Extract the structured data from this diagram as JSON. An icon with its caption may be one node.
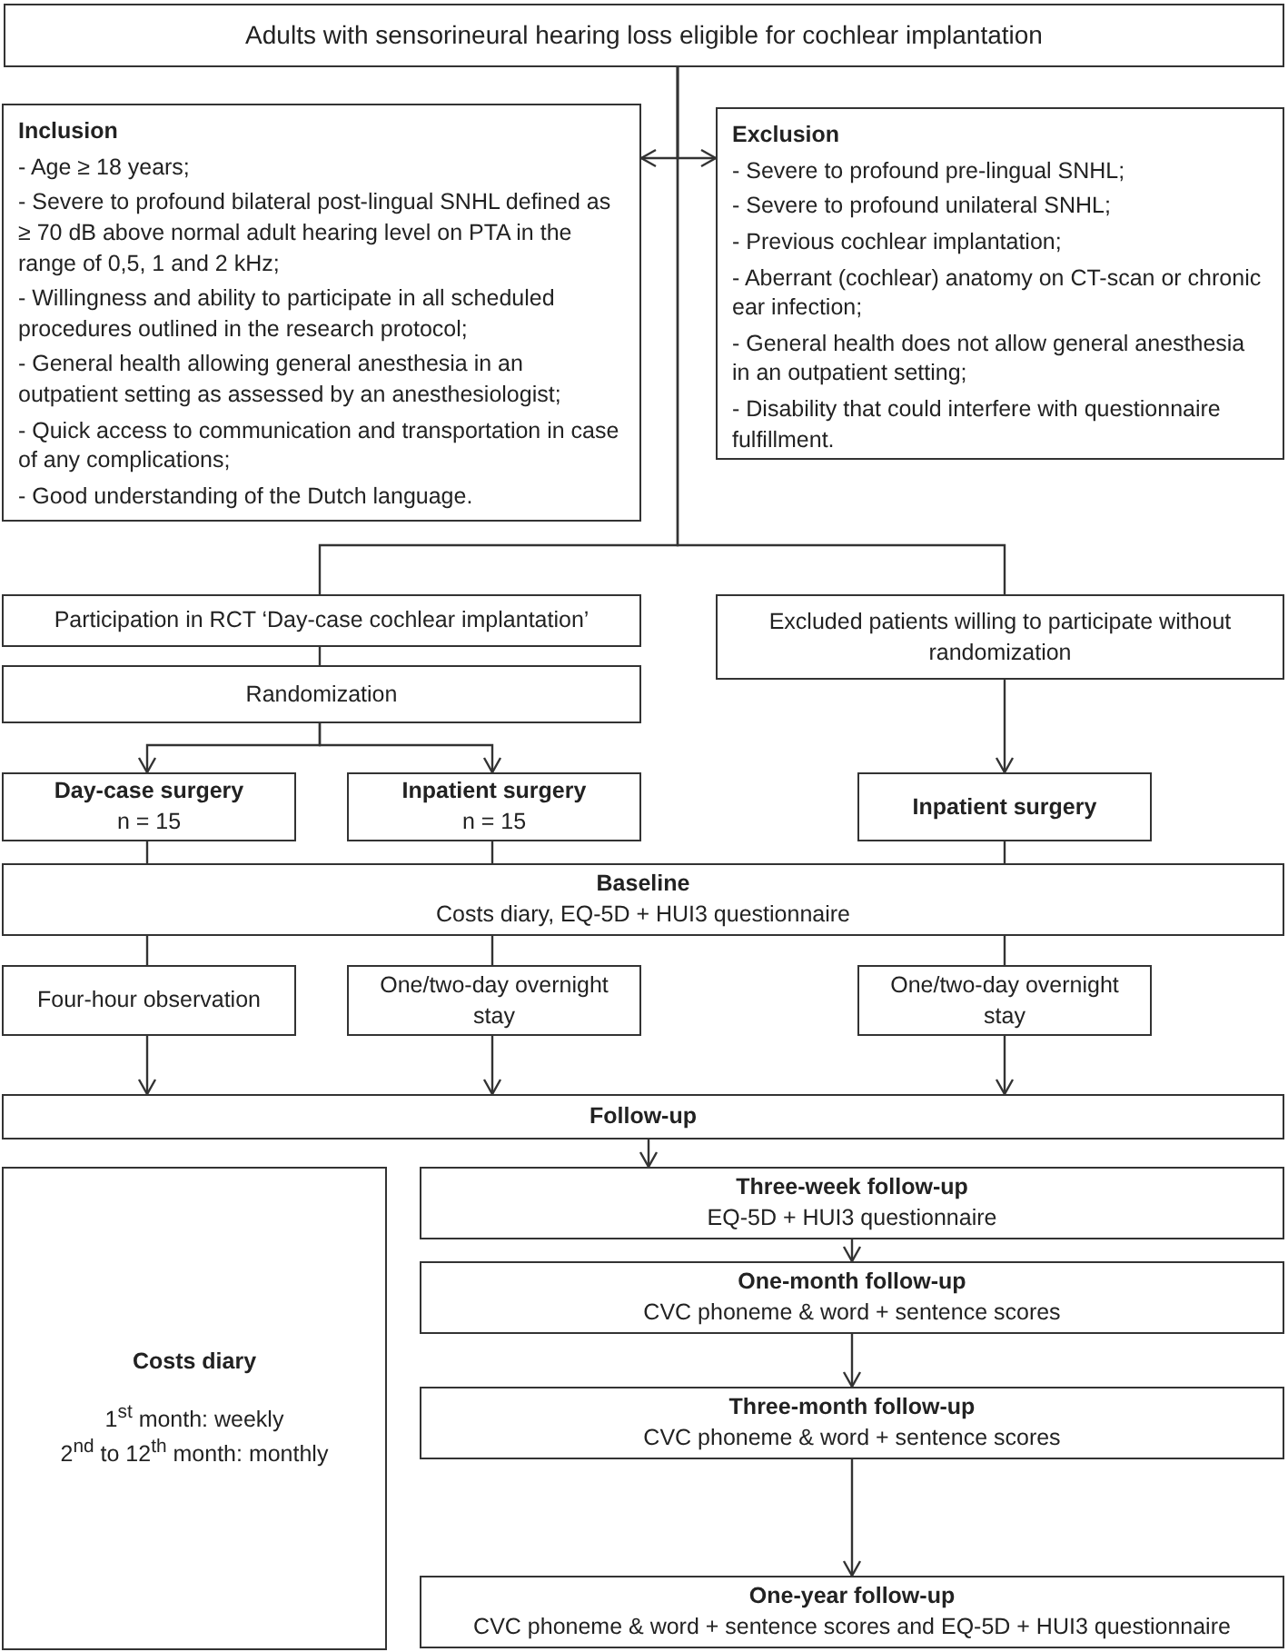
{
  "diagram": {
    "nodes": [
      {
        "text": [
          "Adults with sensorineural hearing loss eligible for cochlear implantation"
        ]
      },
      {
        "text": [
          "Inclusion",
          "- Age ≥ 18 years;",
          "- Severe to profound bilateral post-lingual SNHL defined as ≥ 70 dB above normal adult hearing level on PTA in the range of 0,5, 1 and 2 kHz;",
          "- Willingness and ability to participate in all scheduled procedures outlined in the research protocol;",
          "- General health allowing general anesthesia in an outpatient setting as assessed by an anesthesiologist;",
          "- Quick access to communication and transportation in case of any complications;",
          "- Good understanding of the Dutch language."
        ]
      },
      {
        "text": [
          "Exclusion",
          "- Severe to profound pre-lingual SNHL;",
          "- Severe to profound unilateral SNHL;",
          "- Previous cochlear implantation;",
          "- Aberrant (cochlear) anatomy on CT-scan or chronic ear infection;",
          "- General health does not allow general anesthesia in an outpatient setting;",
          "- Disability that could interfere with questionnaire fulfillment."
        ]
      },
      {
        "text": [
          "Participation in RCT ‘Day-case cochlear implantation’"
        ]
      },
      {
        "text": [
          "Excluded patients willing to participate without randomization"
        ]
      },
      {
        "text": [
          "Randomization"
        ]
      },
      {
        "text": [
          "Day-case surgery",
          "n = 15"
        ]
      },
      {
        "text": [
          "Inpatient surgery",
          "n = 15"
        ]
      },
      {
        "text": [
          "Inpatient surgery"
        ]
      },
      {
        "text": [
          "Baseline",
          "Costs diary, EQ-5D + HUI3 questionnaire"
        ]
      },
      {
        "text": [
          "Four-hour observation"
        ]
      },
      {
        "text": [
          "One/two-day overnight stay"
        ]
      },
      {
        "text": [
          "One/two-day overnight stay"
        ]
      },
      {
        "text": [
          "Follow-up"
        ]
      },
      {
        "text": [
          "Costs diary",
          "1$^{st}$ month: weekly",
          "2$^{nd}$ to 12$^{th}$ month: monthly"
        ]
      },
      {
        "text": [
          "Three-week follow-up",
          "EQ-5D + HUI3 questionnaire"
        ]
      },
      {
        "text": [
          "One-month follow-up",
          "CVC phoneme & word + sentence scores"
        ]
      },
      {
        "text": [
          "Three-month follow-up",
          "CVC phoneme & word + sentence scores"
        ]
      },
      {
        "text": [
          "One-year follow-up",
          "CVC phoneme & word + sentence scores and EQ-5D + HUI3 questionnaire"
        ]
      }
    ],
    "edges": [
      {
        "from": 0,
        "to": 1,
        "arrow": "to"
      },
      {
        "from": 0,
        "to": 2,
        "arrow": "to"
      },
      {
        "from": 0,
        "to": 3,
        "arrow": "none"
      },
      {
        "from": 0,
        "to": 4,
        "arrow": "none"
      },
      {
        "from": 3,
        "to": 5,
        "arrow": "none"
      },
      {
        "from": 5,
        "to": 6,
        "arrow": "to"
      },
      {
        "from": 5,
        "to": 7,
        "arrow": "to"
      },
      {
        "from": 4,
        "to": 8,
        "arrow": "to"
      },
      {
        "from": 6,
        "to": 9,
        "arrow": "none"
      },
      {
        "from": 7,
        "to": 9,
        "arrow": "none"
      },
      {
        "from": 8,
        "to": 9,
        "arrow": "none"
      },
      {
        "from": 9,
        "to": 10,
        "arrow": "none"
      },
      {
        "from": 9,
        "to": 11,
        "arrow": "none"
      },
      {
        "from": 9,
        "to": 12,
        "arrow": "none"
      },
      {
        "from": 10,
        "to": 13,
        "arrow": "to"
      },
      {
        "from": 11,
        "to": 13,
        "arrow": "to"
      },
      {
        "from": 12,
        "to": 13,
        "arrow": "to"
      },
      {
        "from": 13,
        "to": 15,
        "arrow": "to"
      },
      {
        "from": 15,
        "to": 16,
        "arrow": "to"
      },
      {
        "from": 16,
        "to": 17,
        "arrow": "to"
      },
      {
        "from": 17,
        "to": 18,
        "arrow": "to"
      }
    ]
  }
}
